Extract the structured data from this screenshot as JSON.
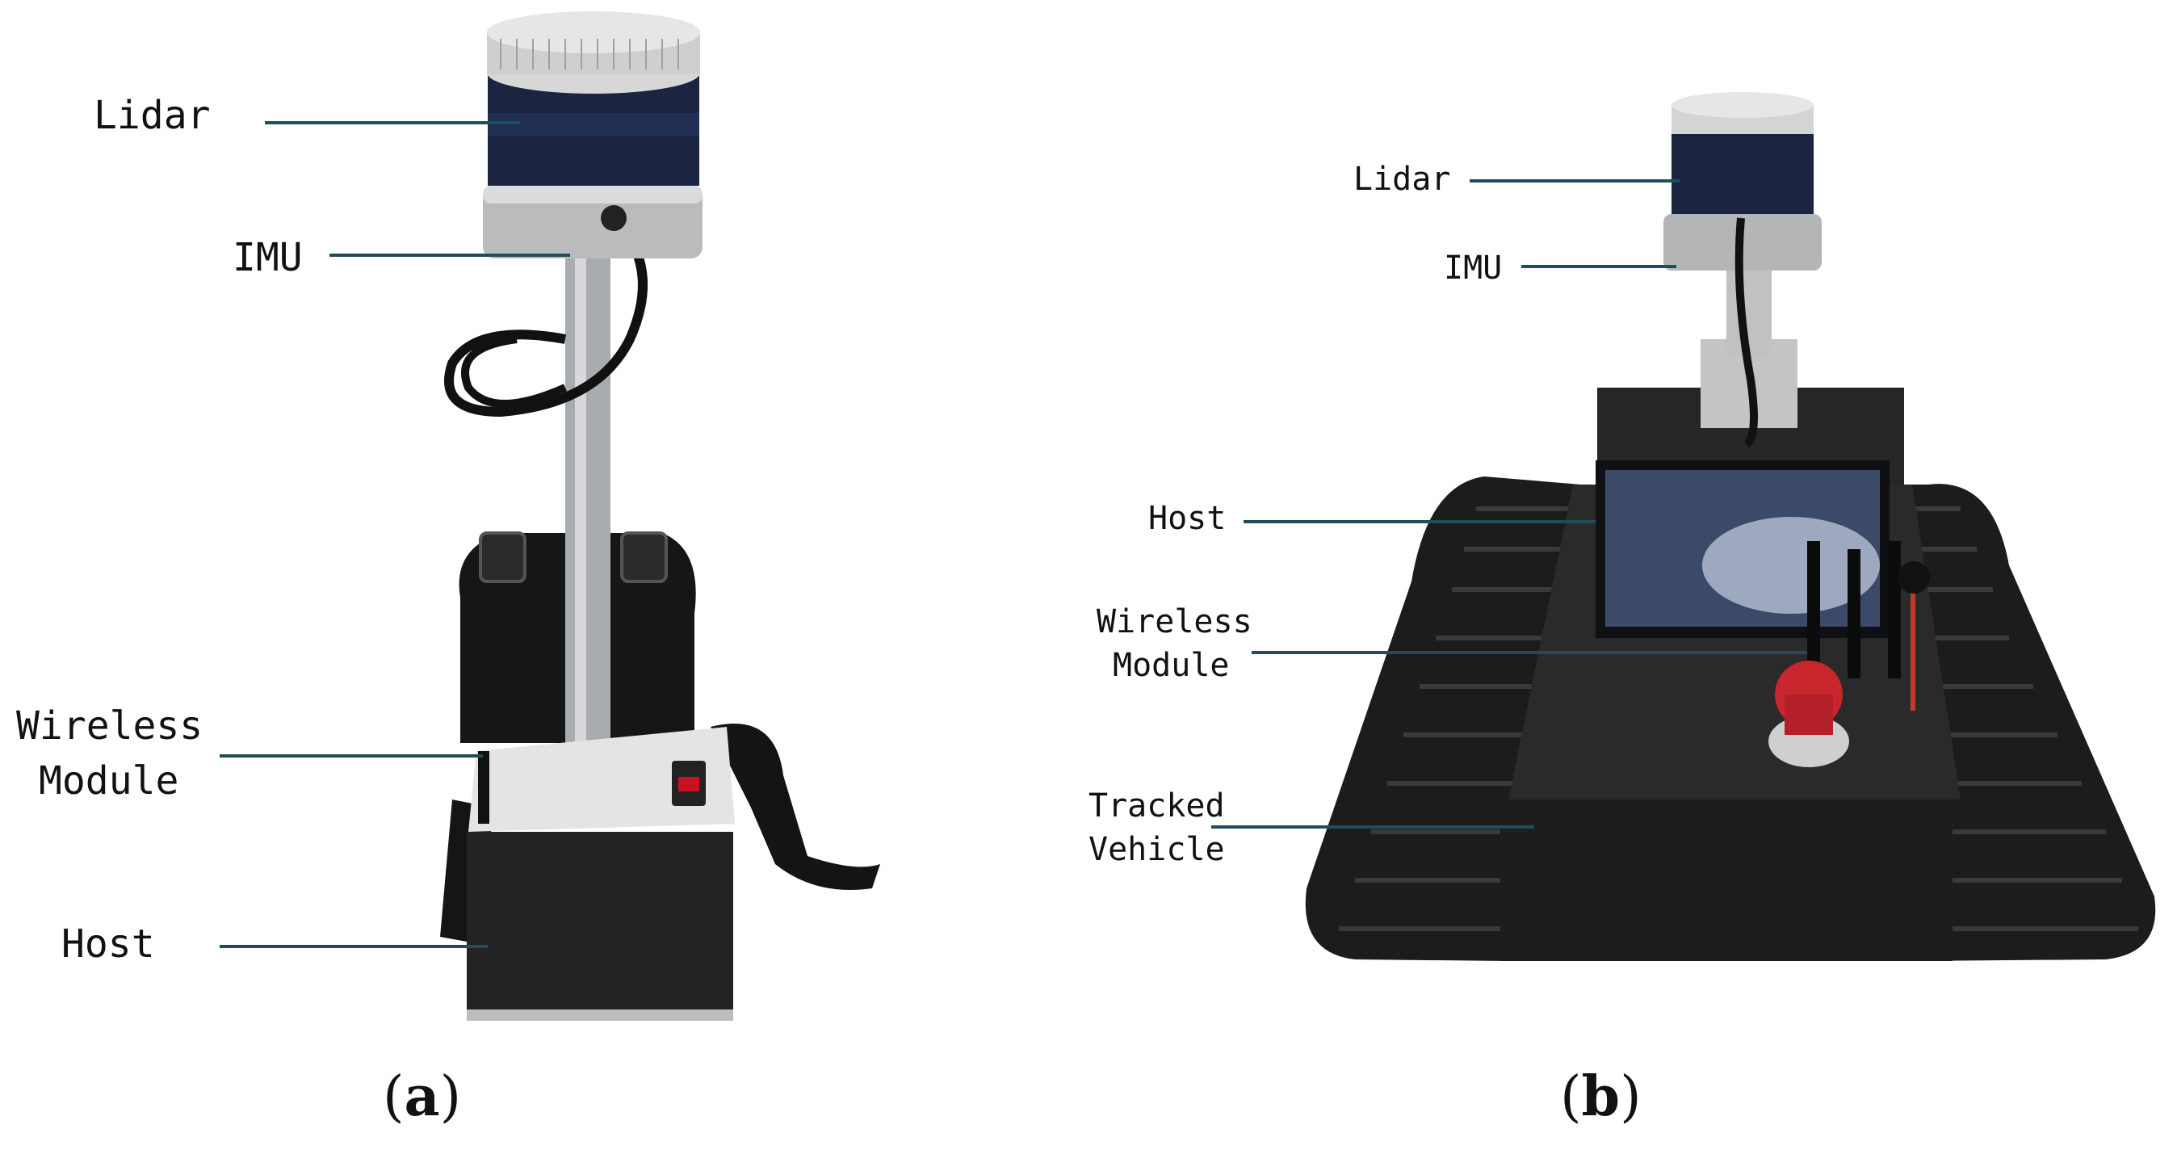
{
  "panels": {
    "a": {
      "caption_open": "(",
      "caption_letter": "a",
      "caption_close": ")",
      "labels": {
        "lidar": "Lidar",
        "imu": "IMU",
        "wireless_line1": "Wireless",
        "wireless_line2": "Module",
        "host": "Host"
      }
    },
    "b": {
      "caption_open": "(",
      "caption_letter": "b",
      "caption_close": ")",
      "labels": {
        "lidar": "Lidar",
        "imu": "IMU",
        "host": "Host",
        "wireless_line1": "Wireless",
        "wireless_line2": "Module",
        "tracked_line1": "Tracked",
        "tracked_line2": "Vehicle"
      }
    }
  },
  "colors": {
    "leader_line": "#1f4e5a",
    "lidar_lens": "#1b2440",
    "lidar_cap": "#d7d7d7",
    "track": "#1c1c1c",
    "estop": "#c9252c"
  }
}
